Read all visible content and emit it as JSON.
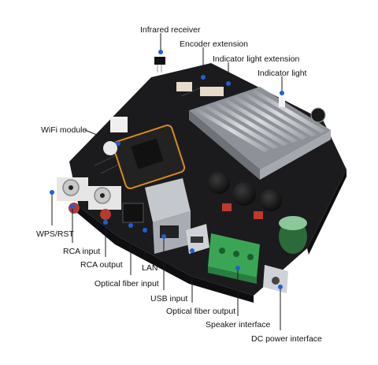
{
  "colors": {
    "background": "#ffffff",
    "pcb": "#1b1b1e",
    "leader_line": "#1a1a1a",
    "marker": "#1f5fd6",
    "label_text": "#111111",
    "terminal_green": "#3aa655",
    "heatsink": "#b9bcc2"
  },
  "callouts": [
    {
      "id": "infrared-receiver",
      "text": "Infrared receiver"
    },
    {
      "id": "encoder-extension",
      "text": "Encoder extension"
    },
    {
      "id": "indicator-light-extension",
      "text": "Indicator light extension"
    },
    {
      "id": "indicator-light",
      "text": "Indicator light"
    },
    {
      "id": "wifi-module",
      "text": "WiFi module"
    },
    {
      "id": "wps-rst",
      "text": "WPS/RST"
    },
    {
      "id": "rca-input",
      "text": "RCA input"
    },
    {
      "id": "rca-output",
      "text": "RCA output"
    },
    {
      "id": "lan",
      "text": "LAN"
    },
    {
      "id": "optical-fiber-input",
      "text": "Optical fiber input"
    },
    {
      "id": "usb-input",
      "text": "USB input"
    },
    {
      "id": "optical-fiber-output",
      "text": "Optical fiber output"
    },
    {
      "id": "speaker-interface",
      "text": "Speaker interface"
    },
    {
      "id": "dc-power-interface",
      "text": "DC power interface"
    }
  ]
}
